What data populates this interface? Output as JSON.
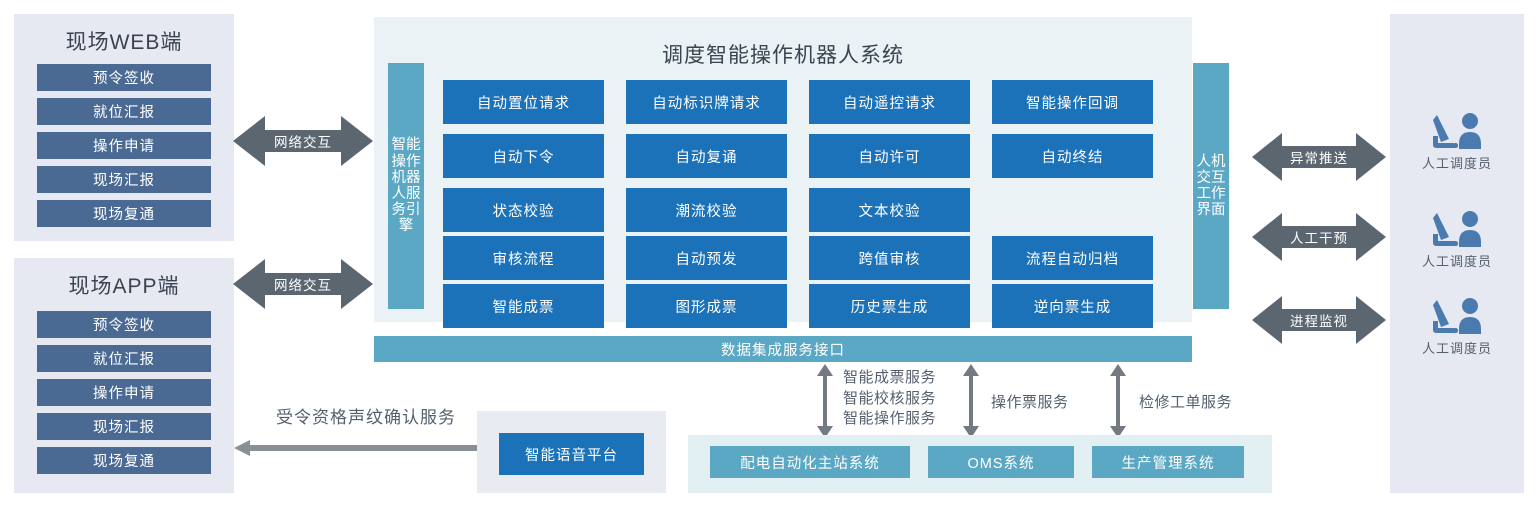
{
  "diagram": {
    "title": "调度智能操作机器人系统"
  },
  "clients": [
    {
      "title": "现场WEB端",
      "items": [
        "预令签收",
        "就位汇报",
        "操作申请",
        "现场汇报",
        "现场复通"
      ]
    },
    {
      "title": "现场APP端",
      "items": [
        "预令签收",
        "就位汇报",
        "操作申请",
        "现场汇报",
        "现场复通"
      ]
    }
  ],
  "network_arrows": [
    {
      "label": "网络交互"
    },
    {
      "label": "网络交互"
    }
  ],
  "engine": {
    "vertical_label": "智能操作机器人服务引擎"
  },
  "functions": [
    "自动置位请求",
    "自动标识牌请求",
    "自动遥控请求",
    "智能操作回调",
    "自动下令",
    "自动复诵",
    "自动许可",
    "自动终结",
    "状态校验",
    "潮流校验",
    "文本校验",
    "审核流程",
    "自动预发",
    "跨值审核",
    "流程自动归档",
    "智能成票",
    "图形成票",
    "历史票生成",
    "逆向票生成"
  ],
  "hmi": {
    "vertical_label": "人机交互工作界面"
  },
  "operator_arrows": [
    {
      "label": "异常推送"
    },
    {
      "label": "人工干预"
    },
    {
      "label": "进程监视"
    }
  ],
  "operators": [
    {
      "icon": "operator-workstation-icon",
      "label": "人工调度员"
    },
    {
      "icon": "operator-workstation-icon",
      "label": "人工调度员"
    },
    {
      "icon": "operator-workstation-icon",
      "label": "人工调度员"
    }
  ],
  "integration": {
    "label": "数据集成服务接口"
  },
  "service_links": [
    {
      "label": "智能成票服务\n智能校核服务\n智能操作服务"
    },
    {
      "label": "操作票服务"
    },
    {
      "label": "检修工单服务"
    }
  ],
  "voice": {
    "arrow_label": "受令资格声纹确认服务",
    "platform_label": "智能语音平台"
  },
  "external_systems": [
    "配电自动化主站系统",
    "OMS系统",
    "生产管理系统"
  ],
  "colors": {
    "client_btn": "#4A6A94",
    "client_panel_bg": "#E6E9F2",
    "main_panel_bg": "#EAF2F6",
    "function_box": "#1B72B8",
    "teal_bar": "#5BA8C4",
    "arrow_gray": "#5B6670",
    "thin_arrow_gray": "#8A8F96",
    "operator_icon": "#4A7AAE",
    "external_group_bg": "#E3F0F3",
    "voice_group_bg": "#E8EBF2",
    "text_dark": "#3a4350",
    "text_muted": "#55606e"
  }
}
